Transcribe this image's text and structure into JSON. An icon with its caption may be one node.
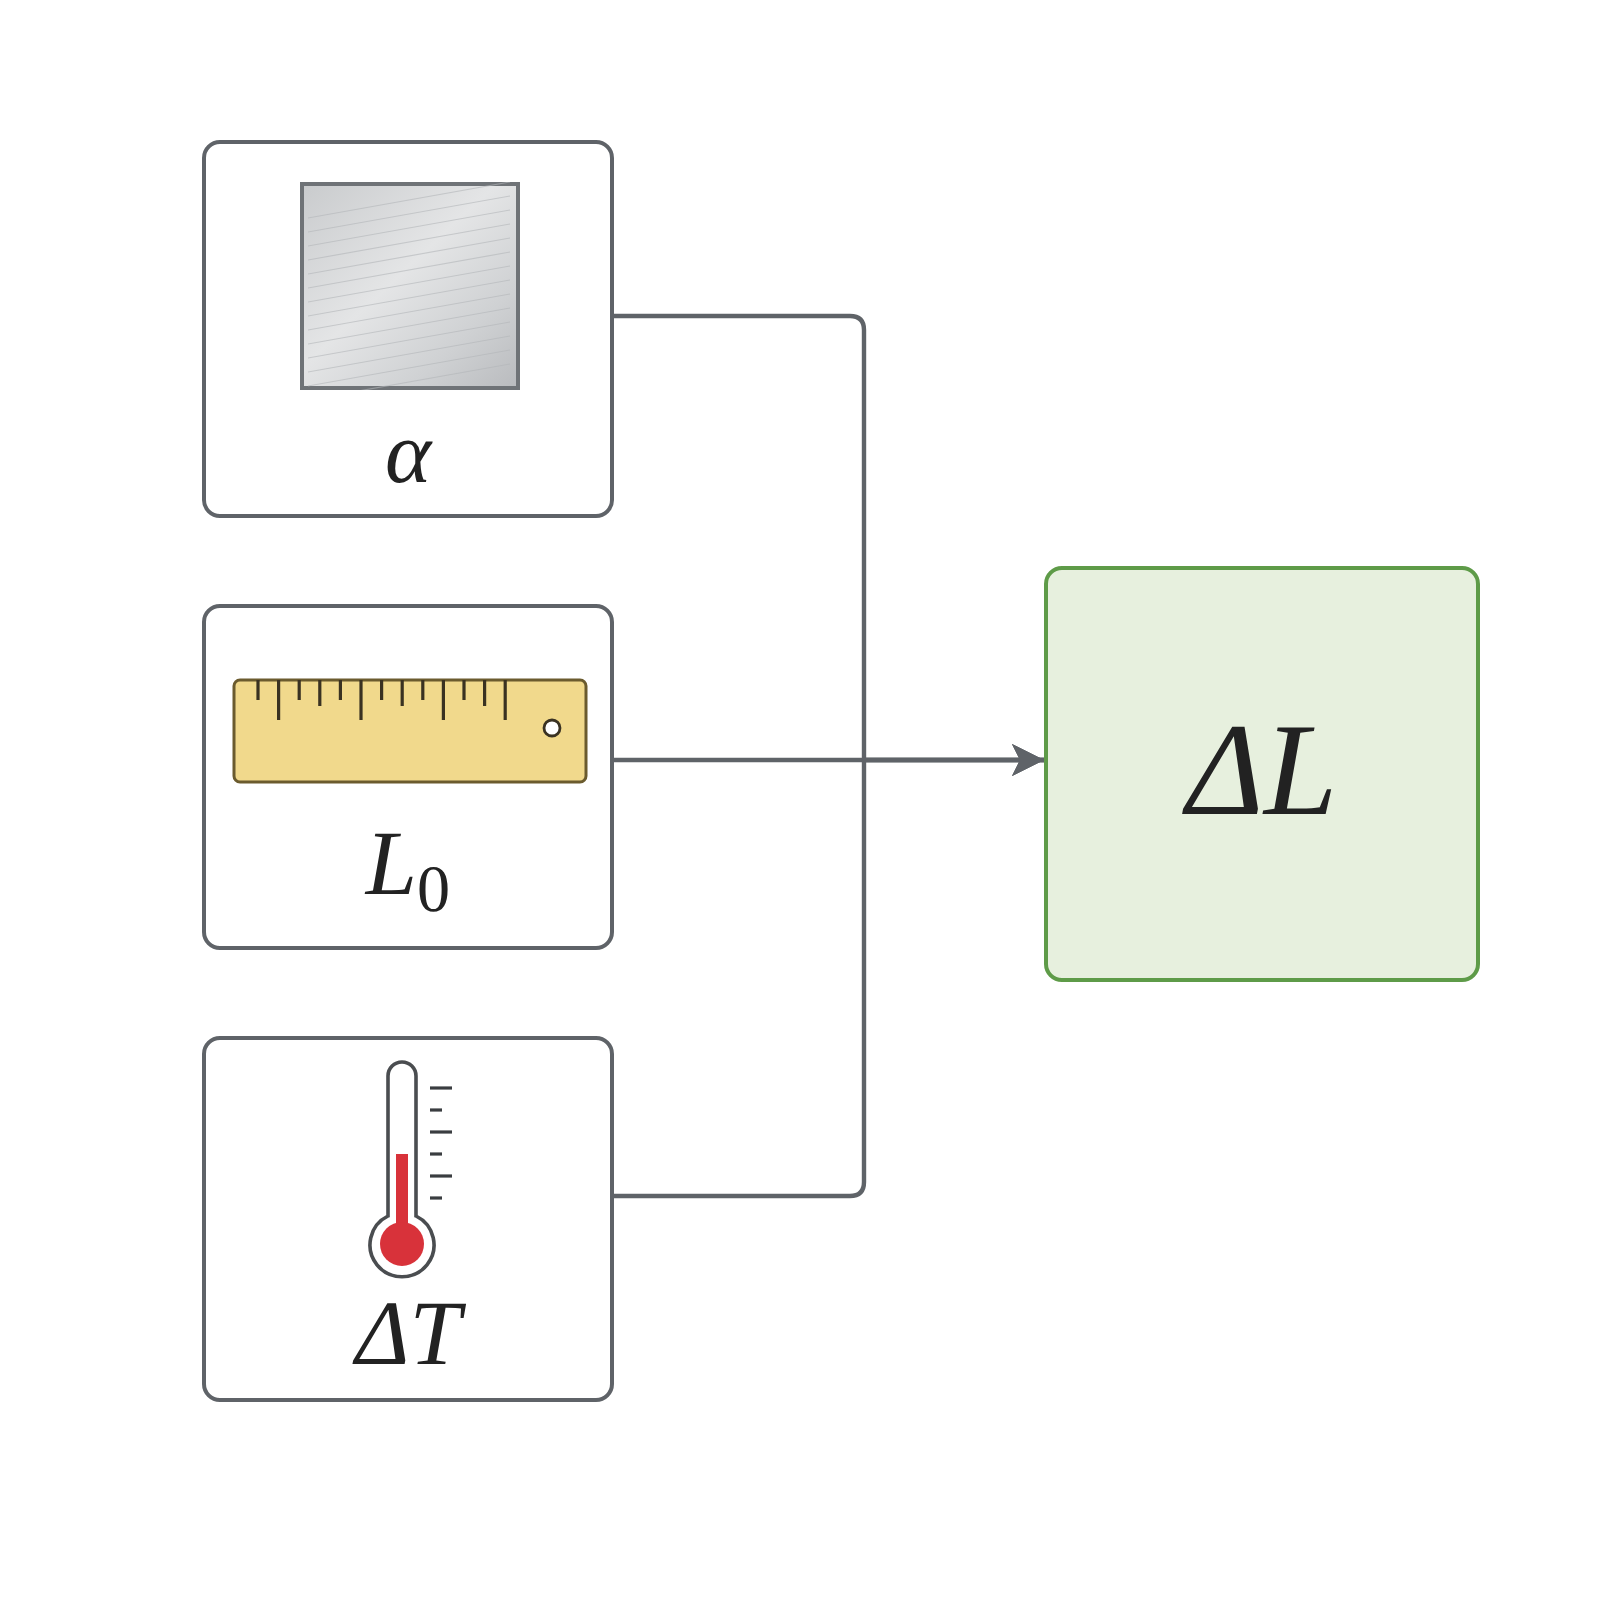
{
  "diagram": {
    "nodes": [
      {
        "text": [
          "α"
        ]
      },
      {
        "text": [
          "*L*$_{0}$"
        ]
      },
      {
        "text": [
          "ΔT"
        ]
      },
      {
        "text": [
          "ΔL"
        ]
      }
    ],
    "edges": [
      {
        "from": 0,
        "to": 3,
        "arrow": "to"
      },
      {
        "from": 1,
        "to": 3,
        "arrow": "to"
      },
      {
        "from": 2,
        "to": 3,
        "arrow": "to"
      }
    ]
  }
}
